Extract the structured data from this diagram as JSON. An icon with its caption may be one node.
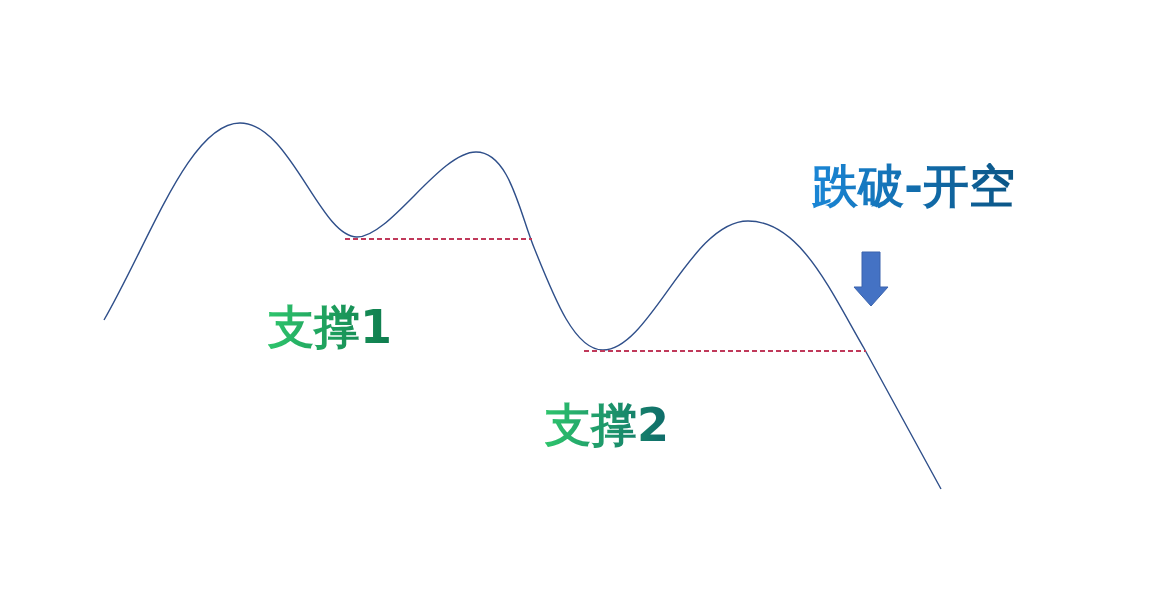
{
  "diagram": {
    "labels": [
      "支撑1",
      "支撑2",
      "跌破-开空"
    ]
  }
}
